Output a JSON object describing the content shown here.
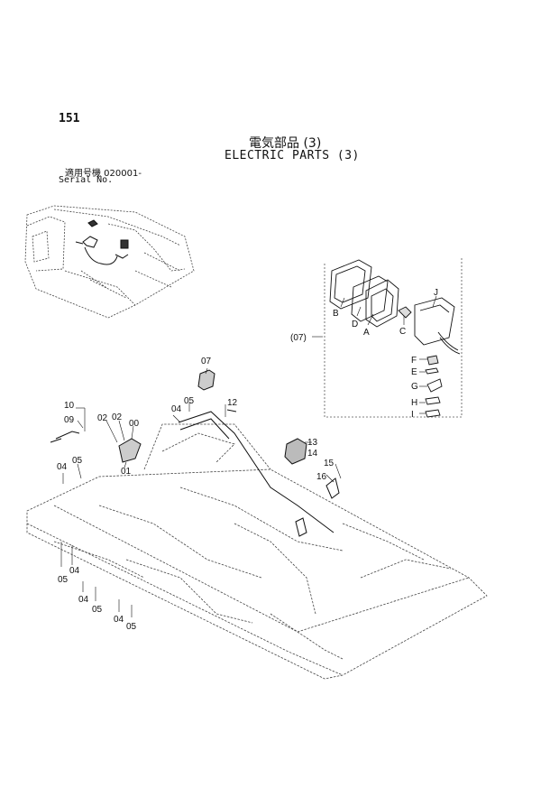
{
  "header": {
    "page_number": "151",
    "title_jp": "電気部品 (3)",
    "title_en": "ELECTRIC PARTS (3)",
    "serial_jp": "適用号機 020001-",
    "serial_en": "Serial No."
  },
  "callouts": {
    "j": "J",
    "b": "B",
    "d": "D",
    "a": "A",
    "c": "C",
    "f": "F",
    "e": "E",
    "g": "G",
    "h": "H",
    "i": "I",
    "group07": "(07)",
    "n07": "07",
    "n05a": "05",
    "n04a": "04",
    "n12": "12",
    "n10": "10",
    "n09": "09",
    "n02a": "02",
    "n02b": "02",
    "n00": "00",
    "n01": "01",
    "n13": "13",
    "n14": "14",
    "n15": "15",
    "n16": "16",
    "n04b": "04",
    "n05b": "05",
    "n05c": "05",
    "n04c": "04",
    "n04d": "04",
    "n05d": "05",
    "n04e": "04",
    "n05e": "05"
  }
}
